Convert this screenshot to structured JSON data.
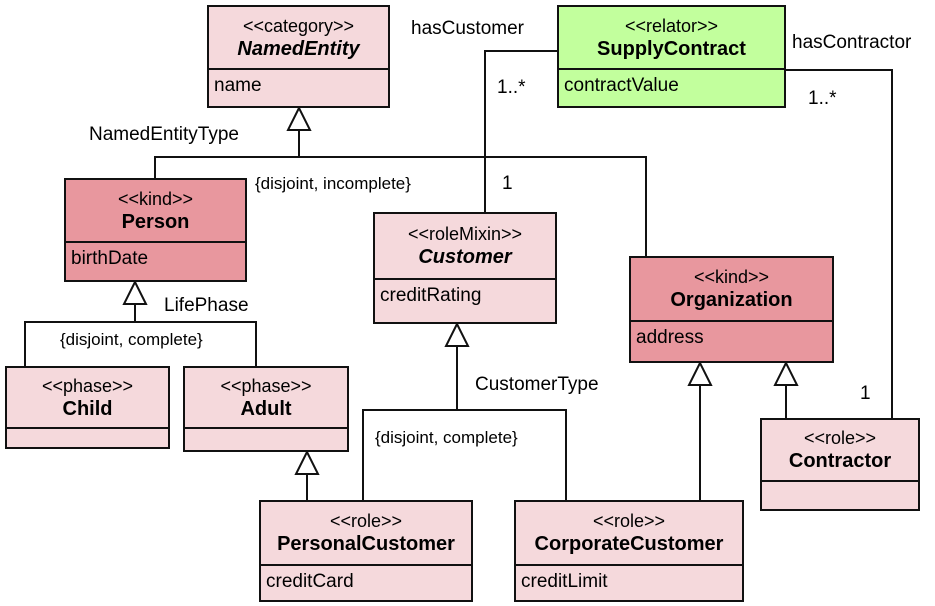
{
  "colors": {
    "light": "#f5d9dc",
    "kind": "#e8979e",
    "relator": "#c2ff9d",
    "line": "#111111"
  },
  "classes": {
    "named_entity": {
      "stereotype": "<<category>>",
      "name": "NamedEntity",
      "attribute": "name"
    },
    "supply_contract": {
      "stereotype": "<<relator>>",
      "name": "SupplyContract",
      "attribute": "contractValue"
    },
    "person": {
      "stereotype": "<<kind>>",
      "name": "Person",
      "attribute": "birthDate"
    },
    "customer": {
      "stereotype": "<<roleMixin>>",
      "name": "Customer",
      "attribute": "creditRating"
    },
    "organization": {
      "stereotype": "<<kind>>",
      "name": "Organization",
      "attribute": "address"
    },
    "child": {
      "stereotype": "<<phase>>",
      "name": "Child",
      "attribute": ""
    },
    "adult": {
      "stereotype": "<<phase>>",
      "name": "Adult",
      "attribute": ""
    },
    "contractor": {
      "stereotype": "<<role>>",
      "name": "Contractor",
      "attribute": ""
    },
    "personal_customer": {
      "stereotype": "<<role>>",
      "name": "PersonalCustomer",
      "attribute": "creditCard"
    },
    "corporate_customer": {
      "stereotype": "<<role>>",
      "name": "CorporateCustomer",
      "attribute": "creditLimit"
    }
  },
  "labels": {
    "has_customer": "hasCustomer",
    "has_contractor": "hasContractor",
    "mult_customer_side": "1..*",
    "mult_contractor_side": "1..*",
    "mult_customer_one": "1",
    "mult_contractor_one": "1",
    "named_entity_type": "NamedEntityType",
    "disjoint_incomplete": "{disjoint, incomplete}",
    "life_phase": "LifePhase",
    "disjoint_complete_phase": "{disjoint, complete}",
    "customer_type": "CustomerType",
    "disjoint_complete_customer": "{disjoint, complete}"
  }
}
